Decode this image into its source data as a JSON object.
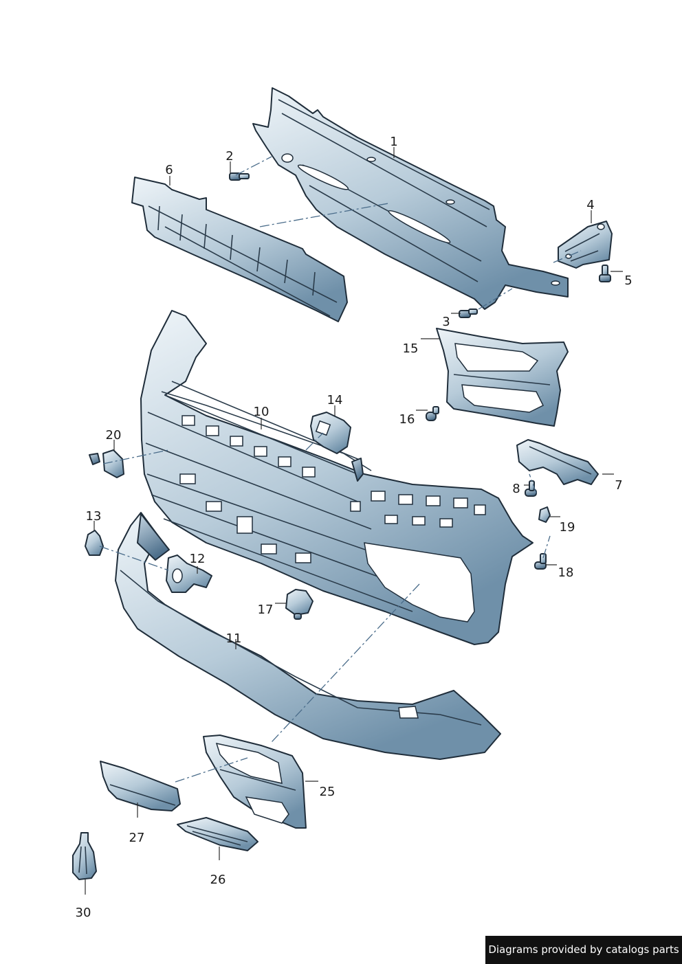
{
  "callouts": [
    {
      "id": "1",
      "label": "1"
    },
    {
      "id": "2",
      "label": "2"
    },
    {
      "id": "3",
      "label": "3"
    },
    {
      "id": "4",
      "label": "4"
    },
    {
      "id": "5",
      "label": "5"
    },
    {
      "id": "6",
      "label": "6"
    },
    {
      "id": "7",
      "label": "7"
    },
    {
      "id": "8",
      "label": "8"
    },
    {
      "id": "10",
      "label": "10"
    },
    {
      "id": "11",
      "label": "11"
    },
    {
      "id": "12",
      "label": "12"
    },
    {
      "id": "13",
      "label": "13"
    },
    {
      "id": "14",
      "label": "14"
    },
    {
      "id": "15",
      "label": "15"
    },
    {
      "id": "16",
      "label": "16"
    },
    {
      "id": "17",
      "label": "17"
    },
    {
      "id": "18",
      "label": "18"
    },
    {
      "id": "19",
      "label": "19"
    },
    {
      "id": "20",
      "label": "20"
    },
    {
      "id": "25",
      "label": "25"
    },
    {
      "id": "26",
      "label": "26"
    },
    {
      "id": "27",
      "label": "27"
    },
    {
      "id": "30",
      "label": "30"
    }
  ],
  "footer": {
    "credit": "Diagrams provided by catalogs parts"
  },
  "colors": {
    "part_light": "#e8eff5",
    "part_mid": "#a9bfd0",
    "part_dark": "#5b7d98",
    "outline": "#1f2d3a",
    "badge_bg": "#111111"
  }
}
